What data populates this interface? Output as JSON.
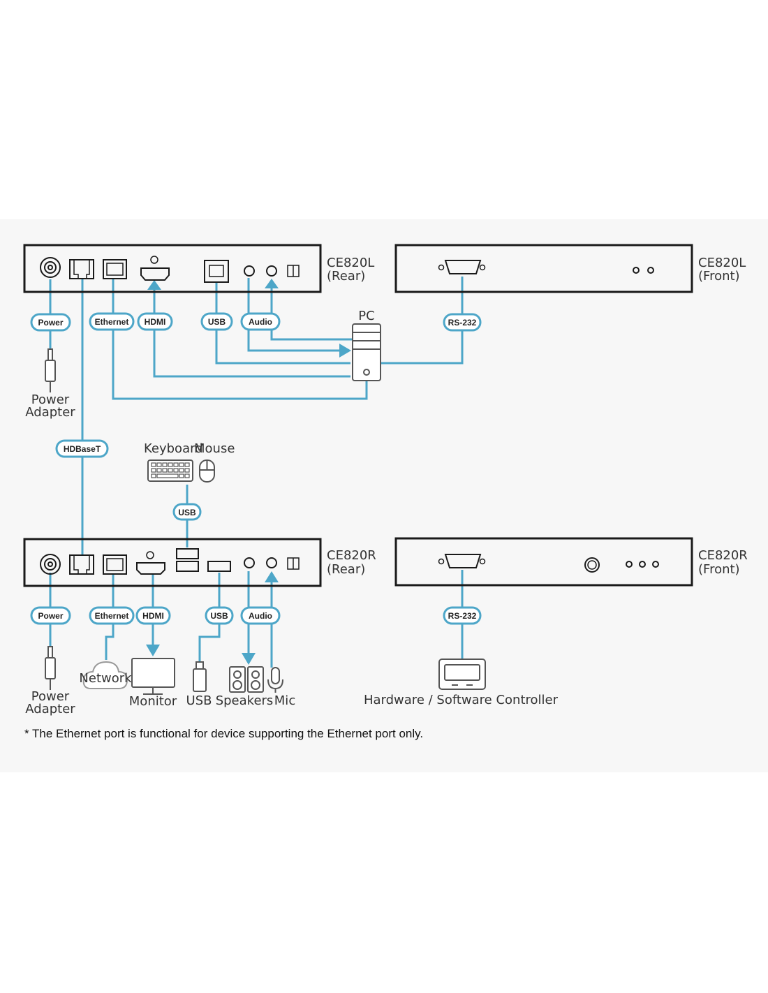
{
  "devices": {
    "ce820l_rear": {
      "name": "CE820L",
      "side": "(Rear)"
    },
    "ce820l_front": {
      "name": "CE820L",
      "side": "(Front)"
    },
    "ce820r_rear": {
      "name": "CE820R",
      "side": "(Rear)"
    },
    "ce820r_front": {
      "name": "CE820R",
      "side": "(Front)"
    }
  },
  "connections": {
    "power": "Power",
    "ethernet": "Ethernet",
    "hdmi": "HDMI",
    "usb": "USB",
    "audio": "Audio",
    "rs232": "RS-232",
    "hdbaset": "HDBaseT"
  },
  "peripherals": {
    "pc": "PC",
    "power_adapter_line1": "Power",
    "power_adapter_line2": "Adapter",
    "keyboard": "Keyboard",
    "mouse": "Mouse",
    "network": "Network",
    "monitor": "Monitor",
    "usb": "USB",
    "speakers": "Speakers",
    "mic": "Mic",
    "controller": "Hardware / Software Controller"
  },
  "footnote": "* The Ethernet port is functional for device supporting the Ethernet port only.",
  "colors": {
    "cable": "#4da6c8",
    "outline": "#1a1a1a",
    "icon": "#555555"
  }
}
